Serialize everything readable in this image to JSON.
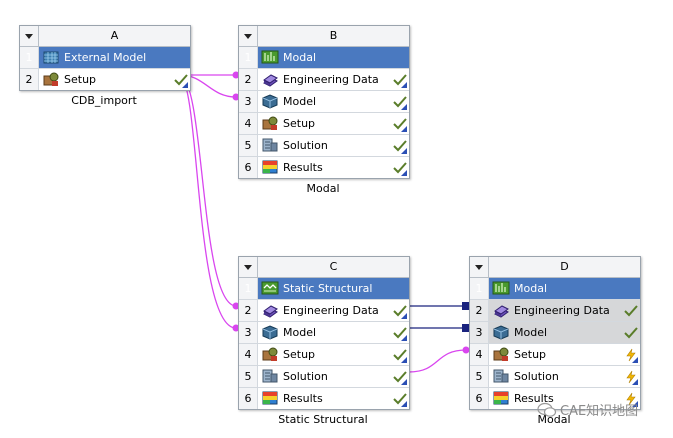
{
  "blocks": {
    "A": {
      "letter": "A",
      "caption": "CDB_import",
      "rows": [
        {
          "num": "1",
          "label": "External Model"
        },
        {
          "num": "2",
          "label": "Setup"
        }
      ]
    },
    "B": {
      "letter": "B",
      "caption": "Modal",
      "rows": [
        {
          "num": "1",
          "label": "Modal"
        },
        {
          "num": "2",
          "label": "Engineering Data"
        },
        {
          "num": "3",
          "label": "Model"
        },
        {
          "num": "4",
          "label": "Setup"
        },
        {
          "num": "5",
          "label": "Solution"
        },
        {
          "num": "6",
          "label": "Results"
        }
      ]
    },
    "C": {
      "letter": "C",
      "caption": "Static Structural",
      "rows": [
        {
          "num": "1",
          "label": "Static Structural"
        },
        {
          "num": "2",
          "label": "Engineering Data"
        },
        {
          "num": "3",
          "label": "Model"
        },
        {
          "num": "4",
          "label": "Setup"
        },
        {
          "num": "5",
          "label": "Solution"
        },
        {
          "num": "6",
          "label": "Results"
        }
      ]
    },
    "D": {
      "letter": "D",
      "caption": "Modal",
      "rows": [
        {
          "num": "1",
          "label": "Modal"
        },
        {
          "num": "2",
          "label": "Engineering Data"
        },
        {
          "num": "3",
          "label": "Model"
        },
        {
          "num": "4",
          "label": "Setup"
        },
        {
          "num": "5",
          "label": "Solution"
        },
        {
          "num": "6",
          "label": "Results"
        }
      ]
    }
  },
  "colors": {
    "title_bar": "#4a79c0",
    "link_magenta": "#d946ef",
    "link_navy": "#1a237e",
    "check_green": "#5a7d2a",
    "refresh_bolt": "#f2b705"
  },
  "watermark": {
    "text": "CAE知识地图"
  }
}
